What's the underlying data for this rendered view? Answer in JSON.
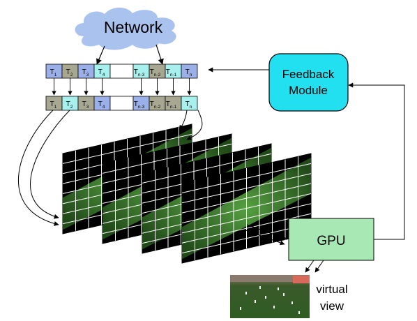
{
  "network": {
    "label": "Network"
  },
  "feedback": {
    "line1": "Feedback",
    "line2": "Module"
  },
  "gpu": {
    "label": "GPU"
  },
  "virtual_view": {
    "line1": "virtual",
    "line2": "view"
  },
  "tile_rows": {
    "top": [
      {
        "base": "T",
        "sub": "1",
        "fill": "#9bb0e8"
      },
      {
        "base": "T",
        "sub": "2",
        "fill": "#a8a892"
      },
      {
        "base": "T",
        "sub": "3",
        "fill": "#9bb0e8"
      },
      {
        "base": "T",
        "sub": "4",
        "fill": "#a8f0ee"
      },
      {
        "base": "",
        "sub": "",
        "fill": "#ffffff"
      },
      {
        "base": "T",
        "sub": "n-3",
        "fill": "#a8f0ee"
      },
      {
        "base": "T",
        "sub": "n-2",
        "fill": "#a8a892"
      },
      {
        "base": "T",
        "sub": "n-1",
        "fill": "#a8f0ee"
      },
      {
        "base": "T",
        "sub": "n",
        "fill": "#9bb0e8"
      }
    ],
    "bottom": [
      {
        "base": "T",
        "sub": "1",
        "fill": "#a8a892"
      },
      {
        "base": "T",
        "sub": "2",
        "fill": "#a8f0ee"
      },
      {
        "base": "T",
        "sub": "3",
        "fill": "#a8a892"
      },
      {
        "base": "T",
        "sub": "4",
        "fill": "#9bb0e8"
      },
      {
        "base": "",
        "sub": "",
        "fill": "#ffffff"
      },
      {
        "base": "T",
        "sub": "n-3",
        "fill": "#9bb0e8"
      },
      {
        "base": "T",
        "sub": "n-2",
        "fill": "#a8a892"
      },
      {
        "base": "T",
        "sub": "n-1",
        "fill": "#a8a892"
      },
      {
        "base": "T",
        "sub": "n",
        "fill": "#a8f0ee"
      }
    ]
  },
  "colors": {
    "cloud": "#a9c3ee",
    "feedback_fill": "#23e0f0",
    "gpu_fill": "#a7e8b4",
    "frame_grid": "#ffffff",
    "frame_bg": "#000000",
    "field": "#3d8a2e",
    "stroke": "#000000"
  },
  "frames": {
    "count": 4
  }
}
